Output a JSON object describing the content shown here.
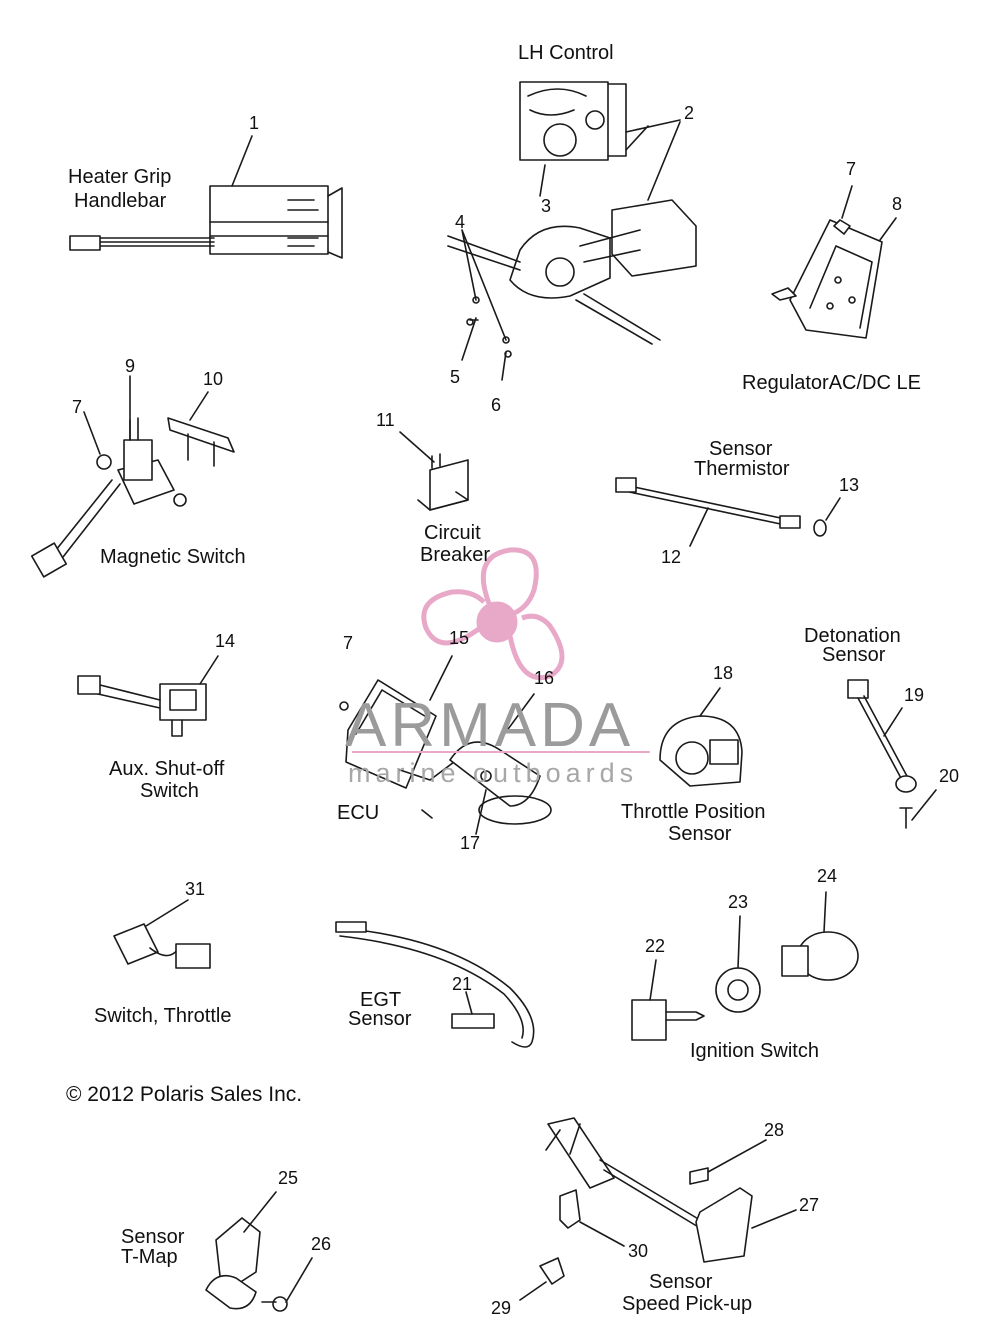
{
  "labels": {
    "lh_control": "LH Control",
    "heater_grip": [
      "Heater Grip",
      "Handlebar"
    ],
    "regulator": "RegulatorAC/DC LE",
    "magnetic_switch": "Magnetic Switch",
    "circuit_breaker": [
      "Circuit",
      "Breaker"
    ],
    "sensor_thermistor": [
      "Sensor",
      "Thermistor"
    ],
    "detonation_sensor": [
      "Detonation",
      "Sensor"
    ],
    "aux_shutoff": [
      "Aux. Shut-off",
      "Switch"
    ],
    "ecu": "ECU",
    "throttle_position": [
      "Throttle Position",
      "Sensor"
    ],
    "switch_throttle": "Switch, Throttle",
    "egt_sensor": [
      "EGT",
      "Sensor"
    ],
    "ignition_switch": "Ignition Switch",
    "sensor_tmap": [
      "Sensor",
      "T-Map"
    ],
    "speed_pickup": [
      "Sensor",
      "Speed Pick-up"
    ]
  },
  "copyright": "© 2012 Polaris Sales Inc.",
  "watermark": {
    "title": "ARMADA",
    "subtitle": "marine outboards"
  },
  "callouts": [
    "1",
    "2",
    "3",
    "4",
    "5",
    "6",
    "7",
    "8",
    "9",
    "10",
    "11",
    "12",
    "13",
    "14",
    "15",
    "16",
    "17",
    "18",
    "19",
    "20",
    "21",
    "22",
    "23",
    "24",
    "25",
    "26",
    "27",
    "28",
    "29",
    "30",
    "31",
    "7",
    "7"
  ],
  "colors": {
    "line": "#1a1a1a",
    "watermark_pink": "#e8a8c8",
    "watermark_grey": "#9b9b9b"
  }
}
